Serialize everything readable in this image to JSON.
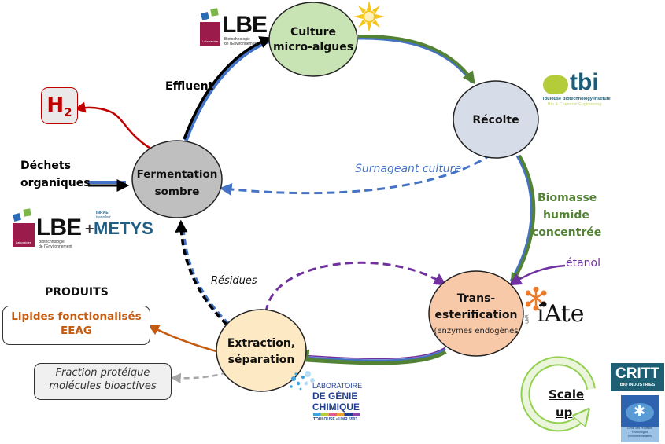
{
  "nodes": {
    "culture": {
      "line1": "Culture",
      "line2": "micro-algues",
      "fill": "#c9e4b4"
    },
    "recolte": {
      "line1": "Récolte",
      "fill": "#d6dde8"
    },
    "fermentation": {
      "line1": "Fermentation",
      "line2": "sombre",
      "fill": "#bfbfbf"
    },
    "transesterification": {
      "line1": "Trans-",
      "line2": "esterification",
      "line3": "(enzymes endogènes",
      "fill": "#f8c9a8"
    },
    "extraction": {
      "line1": "Extraction,",
      "line2": "séparation",
      "fill": "#fde9c4"
    }
  },
  "labels": {
    "effluent": "Effluent",
    "dechets_line1": "Déchets",
    "dechets_line2": "organiques",
    "surnageant": "Surnageant culture",
    "biomasse_line1": "Biomasse",
    "biomasse_line2": "humide",
    "biomasse_line3": "concentrée",
    "etanol": "étanol",
    "residues": "Résidues",
    "produits": "PRODUITS"
  },
  "outputs": {
    "h2": {
      "main": "H",
      "sub": "2",
      "color": "#c00000"
    },
    "lipides": {
      "line1": "Lipides fonctionalisés",
      "line2": "EEAG",
      "color": "#c55a11"
    },
    "fraction": {
      "line1": "Fraction protéique",
      "line2": "molécules bioactives"
    }
  },
  "scale_up": {
    "line1": "Scale",
    "line2": "up"
  },
  "logos": {
    "lbe_top": {
      "name": "LBE",
      "tag": "Laboratoire",
      "sub1": "Biotechnologie",
      "sub2": "de l'Environnement"
    },
    "lbe_left": {
      "name": "LBE",
      "tag": "Laboratoire",
      "sub1": "Biotechnologie",
      "sub2": "de l'Environnement"
    },
    "plus": "+",
    "metys": {
      "name": "METYS",
      "pre1": "INRAE",
      "pre2": "transfert"
    },
    "tbi": {
      "name": "tbi",
      "sub1": "Toulouse Biotechnology Institute",
      "sub2": "Bio & Chemical Engineering"
    },
    "iate": {
      "name": "iAte",
      "pre": "UMR"
    },
    "lgc": {
      "line1": "LABORATOIRE",
      "line2": "DE GÉNIE",
      "line3": "CHIMIQUE",
      "line4": "TOULOUSE • UMR 5503"
    },
    "critt": {
      "name": "CRITT",
      "sub": "BIO INDUSTRIES"
    },
    "gpte": {
      "line1": "Génie des Procédés",
      "line2": "Technologies",
      "line3": "Environnementales"
    }
  },
  "colors": {
    "green": "#548235",
    "blue": "#4472c4",
    "purple": "#7030a0",
    "red": "#c00000",
    "orange": "#c55a11",
    "gray": "#a6a6a6",
    "scale_green": "#92d050"
  }
}
